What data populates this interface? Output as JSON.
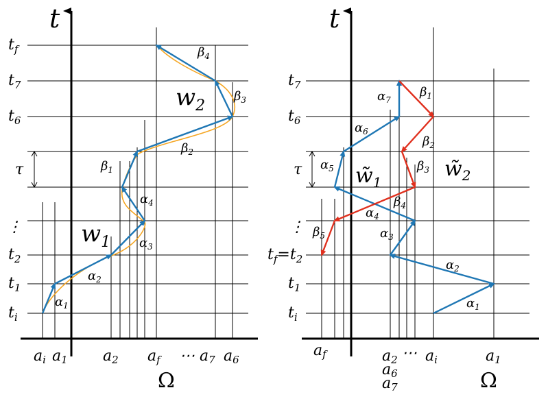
{
  "colors": {
    "path": "#1f77b4",
    "smooth": "#f5a623",
    "reverse": "#e0301e",
    "axis": "#000000",
    "grid": "#000000"
  },
  "left": {
    "axis_t": "t",
    "axis_omega": "Ω",
    "t_ticks": [
      {
        "base": "t",
        "sub": "f"
      },
      {
        "base": "t",
        "sub": "7"
      },
      {
        "base": "t",
        "sub": "6"
      },
      {
        "base": "",
        "sub": "",
        "text": "τ"
      },
      {
        "base": "",
        "sub": "",
        "text": "⋮"
      },
      {
        "base": "t",
        "sub": "2"
      },
      {
        "base": "t",
        "sub": "1"
      },
      {
        "base": "t",
        "sub": "i"
      }
    ],
    "a_ticks": [
      {
        "base": "a",
        "sub": "i"
      },
      {
        "base": "a",
        "sub": "1"
      },
      {
        "base": "a",
        "sub": "2"
      },
      {
        "base": "a",
        "sub": "f"
      },
      {
        "base": "⋯ a",
        "sub": "7"
      },
      {
        "base": "a",
        "sub": "6"
      }
    ],
    "region": {
      "base": "w",
      "sub2": "2",
      "sub1": "1"
    },
    "alphas": [
      "1",
      "2",
      "3",
      "4"
    ],
    "betas": [
      "1",
      "2",
      "3",
      "4"
    ]
  },
  "right": {
    "axis_t": "t",
    "axis_omega": "Ω",
    "t_ticks": [
      {
        "base": "t",
        "sub": "7"
      },
      {
        "base": "t",
        "sub": "6"
      },
      {
        "text": "τ"
      },
      {
        "text": "⋮"
      },
      {
        "base": "t",
        "sub": "f",
        "eq": "=t",
        "sub2": "2"
      },
      {
        "base": "t",
        "sub": "1"
      },
      {
        "base": "t",
        "sub": "i"
      }
    ],
    "a_ticks": {
      "af": {
        "base": "a",
        "sub": "f"
      },
      "a2": {
        "base": "a",
        "sub": "2"
      },
      "dots": "⋯",
      "ai": {
        "base": "a",
        "sub": "i"
      },
      "a1": {
        "base": "a",
        "sub": "1"
      },
      "a6": {
        "base": "a",
        "sub": "6"
      },
      "a7": {
        "base": "a",
        "sub": "7"
      }
    },
    "regions": [
      "1",
      "2"
    ],
    "alphas": [
      "1",
      "2",
      "3",
      "4",
      "5",
      "6",
      "7"
    ],
    "betas": [
      "1",
      "2",
      "3",
      "4",
      "5"
    ]
  }
}
